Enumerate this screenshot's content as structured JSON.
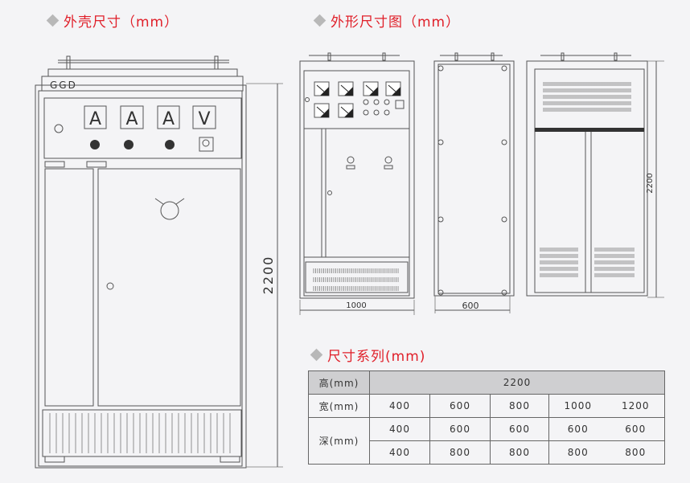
{
  "headings": {
    "shell": "外壳尺寸（mm）",
    "outline": "外形尺寸图（mm）",
    "series": "尺寸系列(mm)"
  },
  "left_drawing": {
    "model": "GGD",
    "meters": [
      "A",
      "A",
      "A",
      "V"
    ],
    "height_dim": "2200"
  },
  "outline_drawing": {
    "front_width_dim": "1000",
    "side_depth_dim": "600",
    "rear_height_dim": "2200"
  },
  "size_table": {
    "height_label": "高(mm)",
    "height_value": "2200",
    "width_label": "宽(mm)",
    "widths": [
      "400",
      "600",
      "800",
      "1000",
      "1200"
    ],
    "depth_label": "深(mm)",
    "depths_row1": [
      "400",
      "600",
      "600",
      "600",
      "600"
    ],
    "depths_row2": [
      "400",
      "800",
      "800",
      "800",
      "800"
    ]
  }
}
